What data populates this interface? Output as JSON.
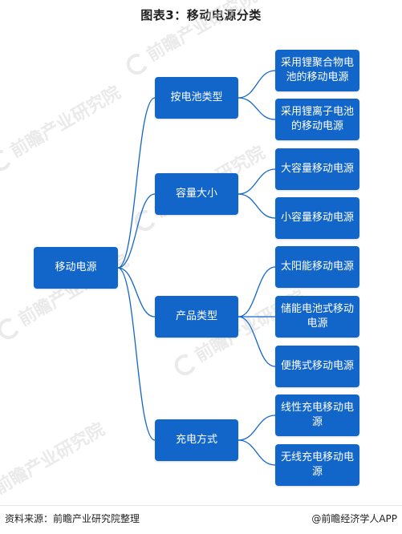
{
  "title": "图表3：移动电源分类",
  "watermark_text": "前瞻产业研究院",
  "root": {
    "label": "移动电源"
  },
  "categories": [
    {
      "label": "按电池类型",
      "children": [
        "采用锂聚合物电池的移动电源",
        "采用锂离子电池的移动电源"
      ]
    },
    {
      "label": "容量大小",
      "children": [
        "大容量移动电源",
        "小容量移动电源"
      ]
    },
    {
      "label": "产品类型",
      "children": [
        "太阳能移动电源",
        "储能电池式移动电源",
        "便携式移动电源"
      ]
    },
    {
      "label": "充电方式",
      "children": [
        "线性充电移动电源",
        "无线充电移动电源"
      ]
    }
  ],
  "footer": {
    "source": "资料来源：前瞻产业研究院整理",
    "brand": "@前瞻经济学人APP"
  },
  "colors": {
    "node": "#1366c9",
    "connector": "#1366c9"
  }
}
